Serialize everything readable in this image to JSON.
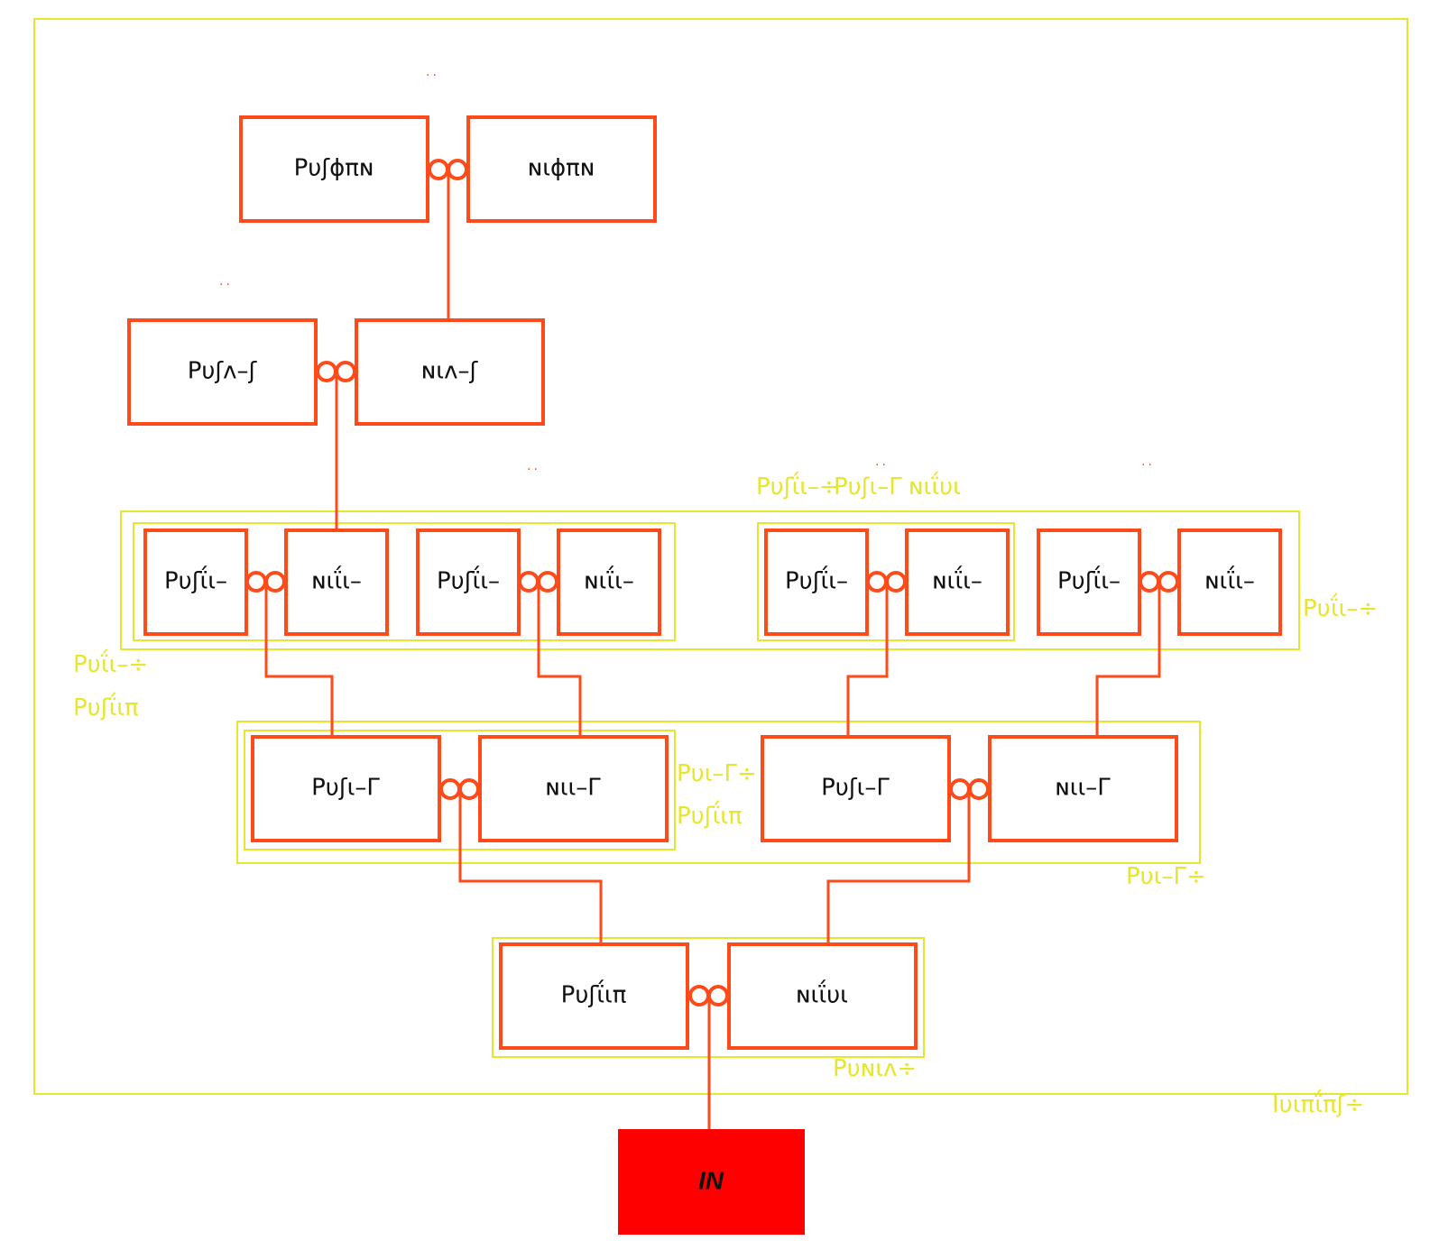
{
  "colors": {
    "box_stroke": "#ff4a1a",
    "wire": "#ff4a1a",
    "group_stroke": "#e6e62e",
    "input_fill": "#ff0000",
    "text": "#111111",
    "group_text": "#e6e62e"
  },
  "boxes": {
    "top_left": "Ρυʃϕπɴ",
    "top_right": "ɴιϕπɴ",
    "mid_left": "Ρυʃʌ–ʃ",
    "mid_right": "ɴιʌ–ʃ",
    "row3_1": "Ρυʃΐι–",
    "row3_2": "ɴιΐι–",
    "row3_3": "Ρυʃΐι–",
    "row3_4": "ɴιΐι–",
    "row3_5": "Ρυʃΐι–",
    "row3_6": "ɴιΐι–",
    "row3_7": "Ρυʃΐι–",
    "row3_8": "ɴιΐι–",
    "row4_1": "Ρυʃι–Γ",
    "row4_2": "ɴιι–Γ",
    "row4_3": "Ρυʃι–Γ",
    "row4_4": "ɴιι–Γ",
    "row5_1": "Ρυʃΐιπ",
    "row5_2": "ɴιΐυι",
    "input": "IN"
  },
  "group_labels": {
    "row3_top_a": "Ρυʃΐι–÷",
    "row3_top_b": "Ρυʃι–Γ",
    "row3_top_c": "ɴιΐυι",
    "row3_right": "Ρυΐι–÷",
    "left_a": "Ρυΐι–÷",
    "left_b": "Ρυʃΐιπ",
    "row4_mid_a": "Ρυι–Γ÷",
    "row4_mid_b": "Ρυʃΐιπ",
    "row4_right": "Ρυι–Γ÷",
    "row5": "Ρυɴιʌ÷",
    "outer": "Ιυιπΐπʃ÷"
  },
  "markers": {
    "dots": "··"
  }
}
